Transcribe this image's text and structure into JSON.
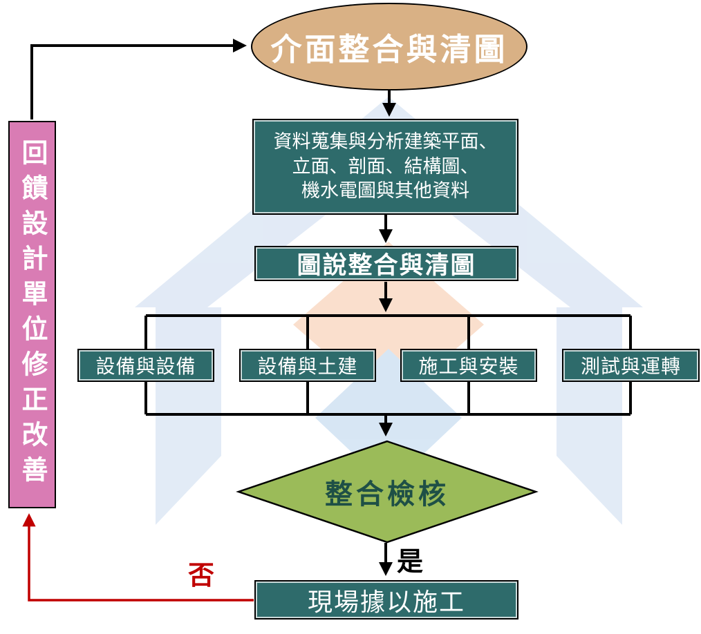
{
  "diagram": {
    "start": "介面整合與清圖",
    "collect_lines": [
      "資料蒐集與分析建築平面、",
      "立面、剖面、結構圖、",
      "機水電圖與其他資料"
    ],
    "integrate": "圖說整合與清圖",
    "branches": [
      "設備與設備",
      "設備與土建",
      "施工與安裝",
      "測試與運轉"
    ],
    "decision": "整合檢核",
    "decision_yes": "是",
    "decision_no": "否",
    "construct": "現場據以施工",
    "feedback": "回饋設計單位修正改善"
  },
  "colors": {
    "node_teal": "#2E6B6B",
    "start_ellipse_tan": "#D9B185",
    "decision_diamond_green": "#9BBB59",
    "feedback_box_pink": "#D97CB4",
    "no_path_red": "#C00000",
    "line_black": "#000000",
    "decision_text": "#1E4F46",
    "watermark_blue": "#B7CCE9",
    "watermark_orange": "#F4B183"
  }
}
